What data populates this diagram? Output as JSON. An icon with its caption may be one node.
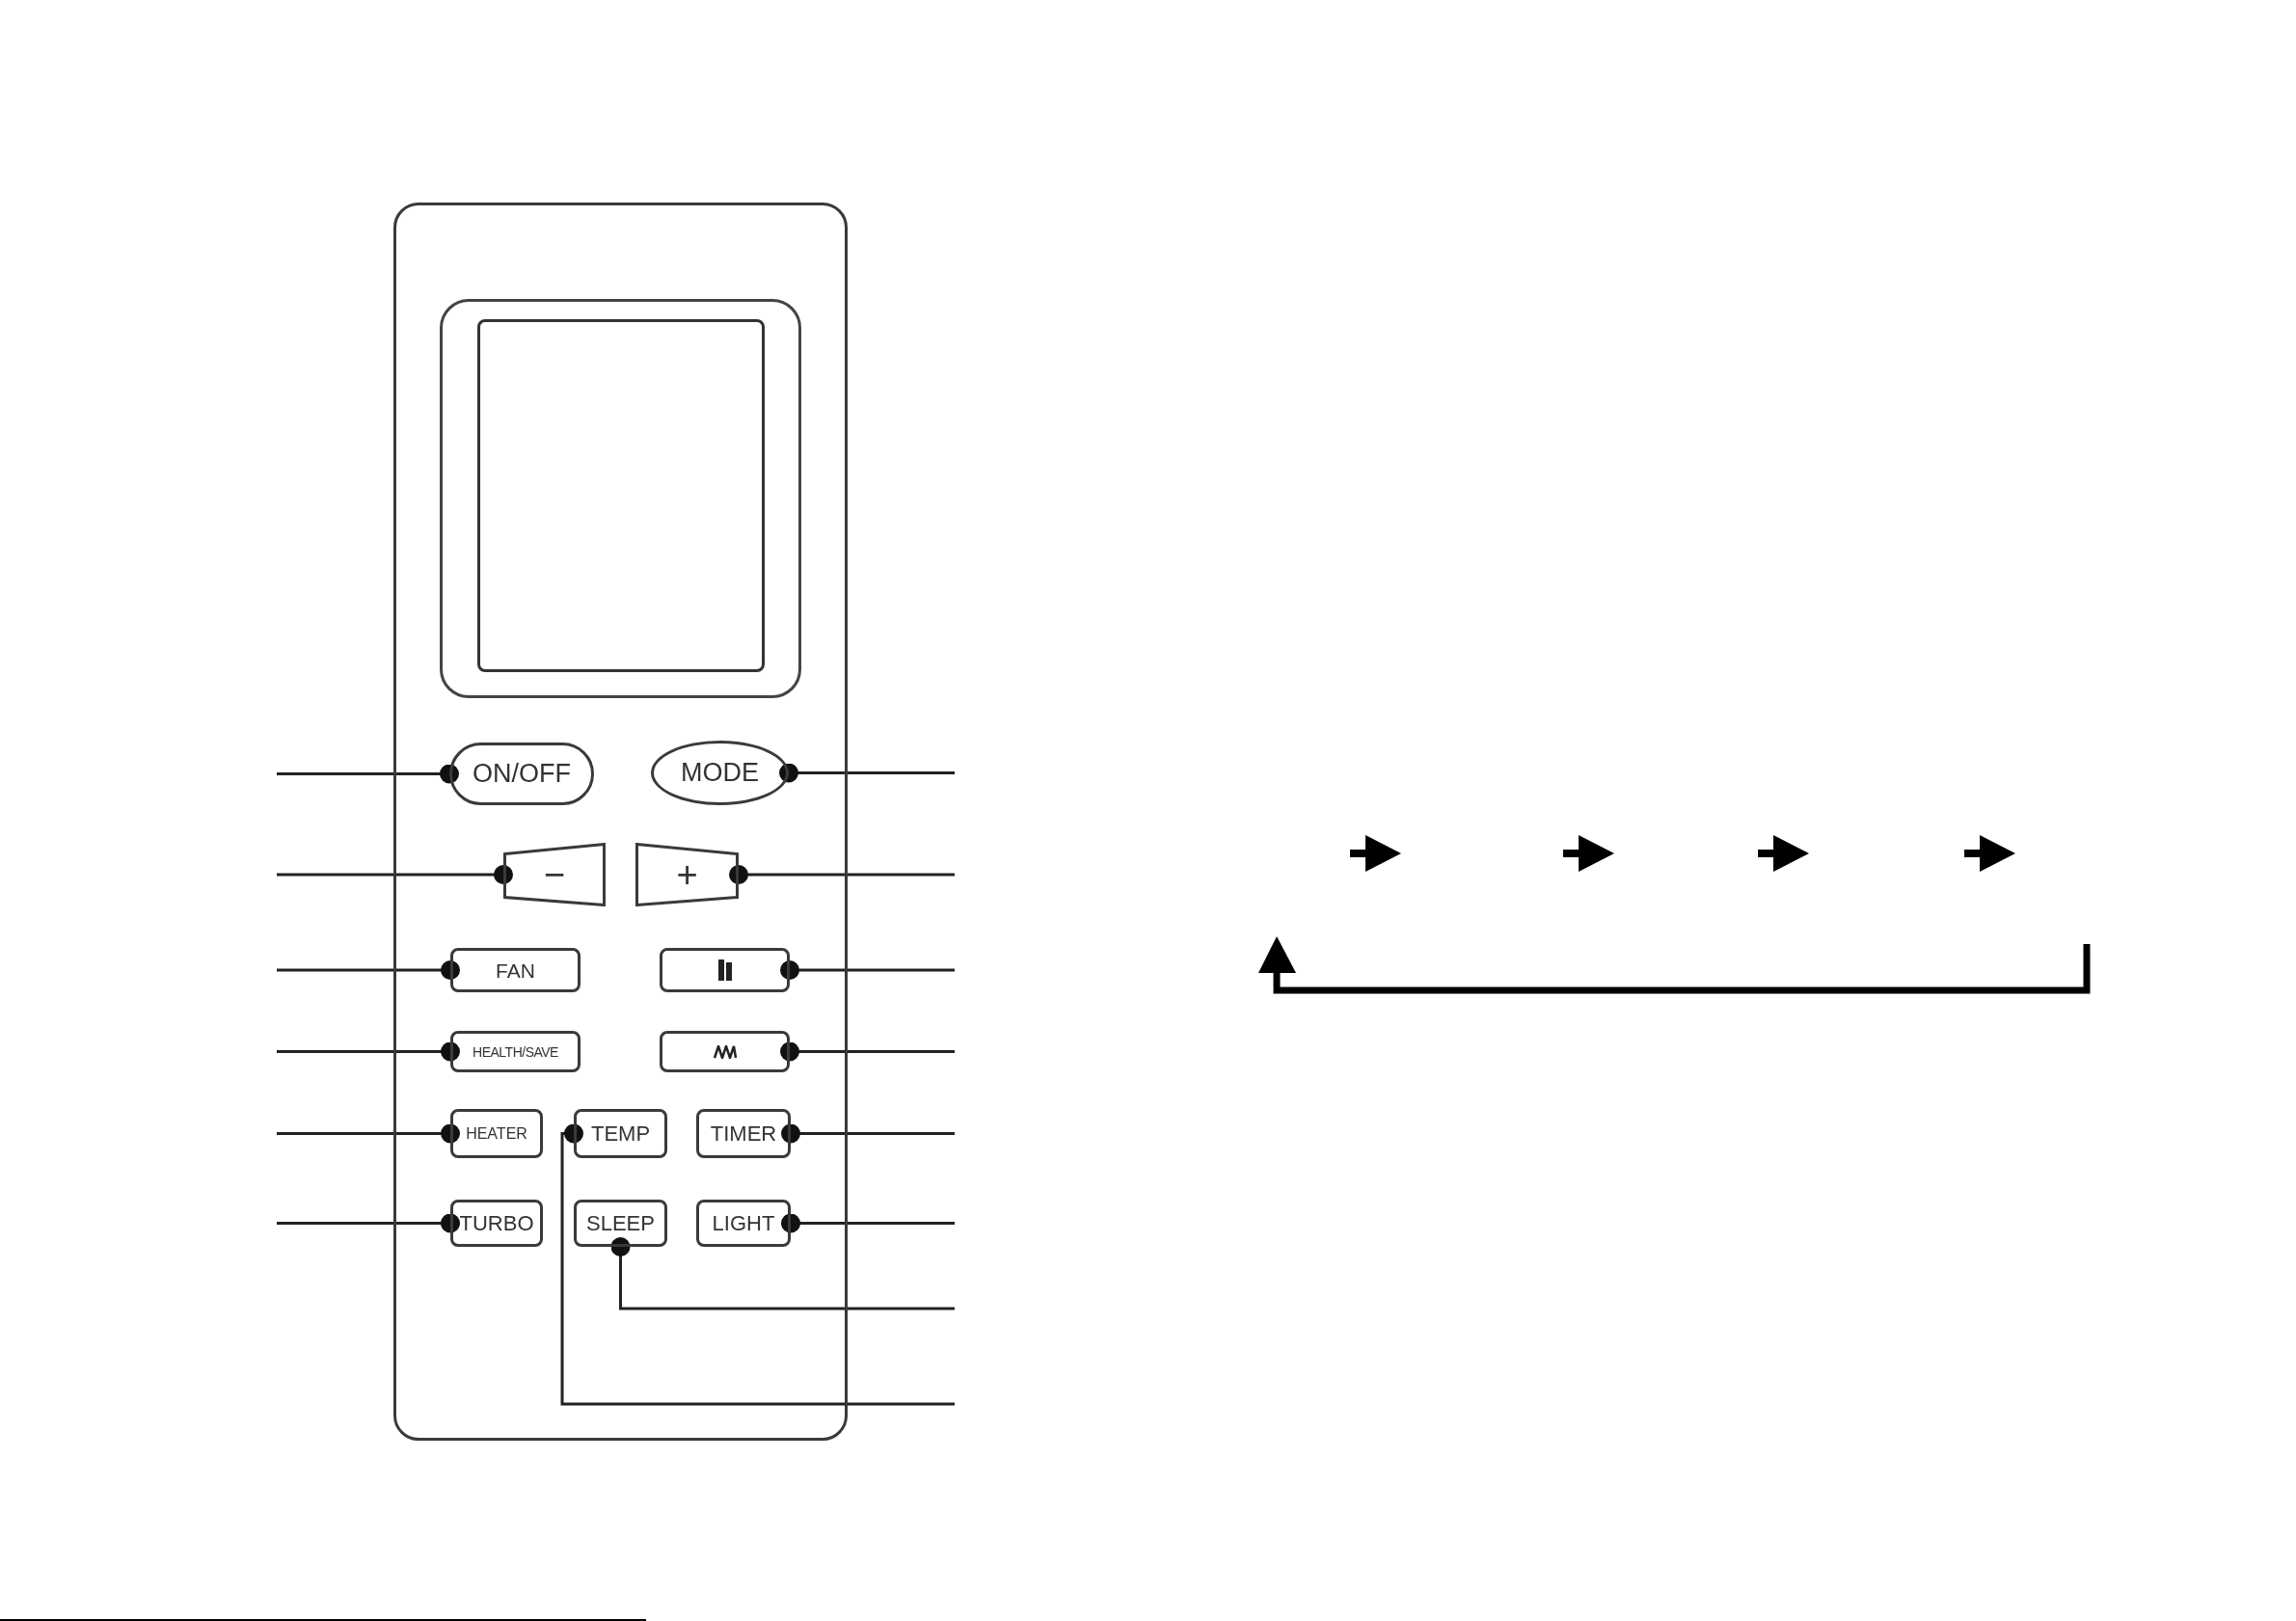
{
  "diagram": {
    "nodes": [
      {
        "text": [],
        "shape": "box"
      },
      {
        "text": [
          "ON/OFF"
        ],
        "in": 0
      },
      {
        "text": [
          "MODE"
        ],
        "in": 0
      },
      {
        "text": [
          "−"
        ],
        "in": 0
      },
      {
        "text": [
          "+"
        ],
        "in": 0
      },
      {
        "text": [
          "FAN"
        ],
        "in": 0
      },
      {
        "text": [],
        "shape": "box",
        "in": 0
      },
      {
        "text": [
          "HEALTH/SAVE"
        ],
        "in": 0
      },
      {
        "text": [],
        "shape": "box",
        "in": 0
      },
      {
        "text": [
          "HEATER"
        ],
        "in": 0
      },
      {
        "text": [
          "TEMP"
        ],
        "in": 0
      },
      {
        "text": [
          "TIMER"
        ],
        "in": 0
      },
      {
        "text": [
          "TURBO"
        ],
        "in": 0
      },
      {
        "text": [
          "SLEEP"
        ],
        "in": 0
      },
      {
        "text": [
          "LIGHT"
        ],
        "in": 0
      }
    ],
    "edges": [
      {
        "from": 1,
        "to": null,
        "arrow": "other"
      },
      {
        "from": 2,
        "to": null,
        "arrow": "other"
      },
      {
        "from": 3,
        "to": null,
        "arrow": "other"
      },
      {
        "from": 4,
        "to": null,
        "arrow": "other"
      },
      {
        "from": 5,
        "to": null,
        "arrow": "other"
      },
      {
        "from": 6,
        "to": null,
        "arrow": "other"
      },
      {
        "from": 7,
        "to": null,
        "arrow": "other"
      },
      {
        "from": 8,
        "to": null,
        "arrow": "other"
      },
      {
        "from": 9,
        "to": null,
        "arrow": "other"
      },
      {
        "from": 11,
        "to": null,
        "arrow": "other"
      },
      {
        "from": 12,
        "to": null,
        "arrow": "other"
      },
      {
        "from": 14,
        "to": null,
        "arrow": "other"
      },
      {
        "from": 13,
        "to": null,
        "arrow": "other"
      },
      {
        "from": 10,
        "to": null,
        "arrow": "other"
      }
    ]
  }
}
